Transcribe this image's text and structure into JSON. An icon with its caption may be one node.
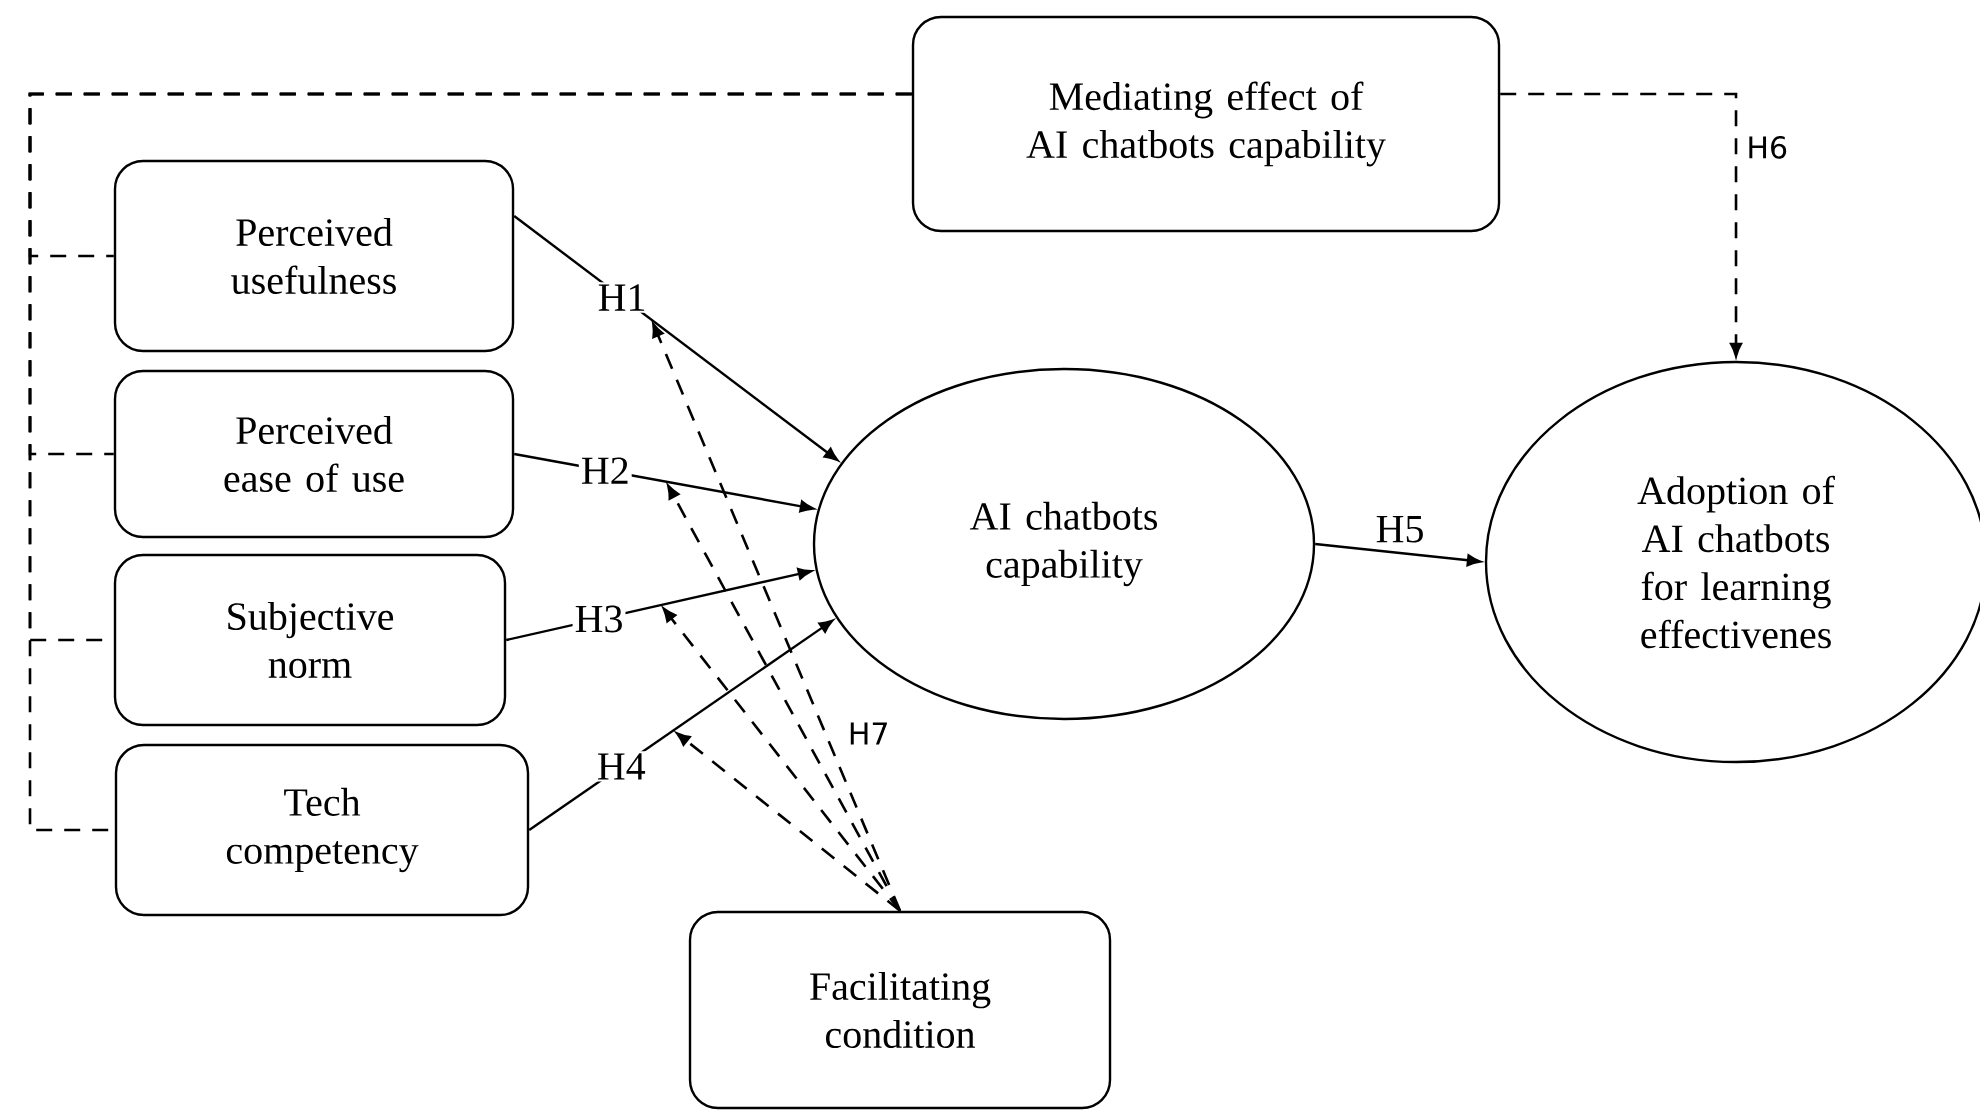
{
  "diagram": {
    "nodes": [
      {
        "text": [
          "Mediating effect of AI chatbots capability"
        ]
      },
      {
        "text": [
          "Perceived usefulness"
        ]
      },
      {
        "text": [
          "Perceived ease of use"
        ]
      },
      {
        "text": [
          "Subjective norm"
        ]
      },
      {
        "text": [
          "Tech competency"
        ]
      },
      {
        "text": [
          "AI chatbots capability"
        ]
      },
      {
        "text": [
          "Adoption of AI chatbots for learning effectivenes"
        ]
      },
      {
        "text": [
          "Facilitating condition"
        ]
      }
    ],
    "edges": [
      {
        "from": 1,
        "to": 5,
        "arrow": "to",
        "label": "H1"
      },
      {
        "from": 2,
        "to": 5,
        "arrow": "to",
        "label": "H2"
      },
      {
        "from": 3,
        "to": 5,
        "arrow": "to",
        "label": "H3"
      },
      {
        "from": 4,
        "to": 5,
        "arrow": "to",
        "label": "H4"
      },
      {
        "from": 5,
        "to": 6,
        "arrow": "to",
        "label": "H5"
      },
      {
        "from": 0,
        "to": 6,
        "arrow": "to",
        "label": "H6",
        "style": "dashed"
      },
      {
        "from": 7,
        "to": null,
        "arrow": "to",
        "label": "H7",
        "style": "dashed"
      },
      {
        "from": 7,
        "to": null,
        "arrow": "to",
        "style": "dashed"
      },
      {
        "from": 7,
        "to": null,
        "arrow": "to",
        "style": "dashed"
      },
      {
        "from": 7,
        "to": null,
        "arrow": "to",
        "style": "dashed"
      },
      {
        "from": 1,
        "to": 0,
        "arrow": "none",
        "style": "dashed"
      },
      {
        "from": 2,
        "to": 0,
        "arrow": "none",
        "style": "dashed"
      },
      {
        "from": 3,
        "to": 0,
        "arrow": "none",
        "style": "dashed"
      },
      {
        "from": 4,
        "to": 0,
        "arrow": "none",
        "style": "dashed"
      }
    ]
  }
}
